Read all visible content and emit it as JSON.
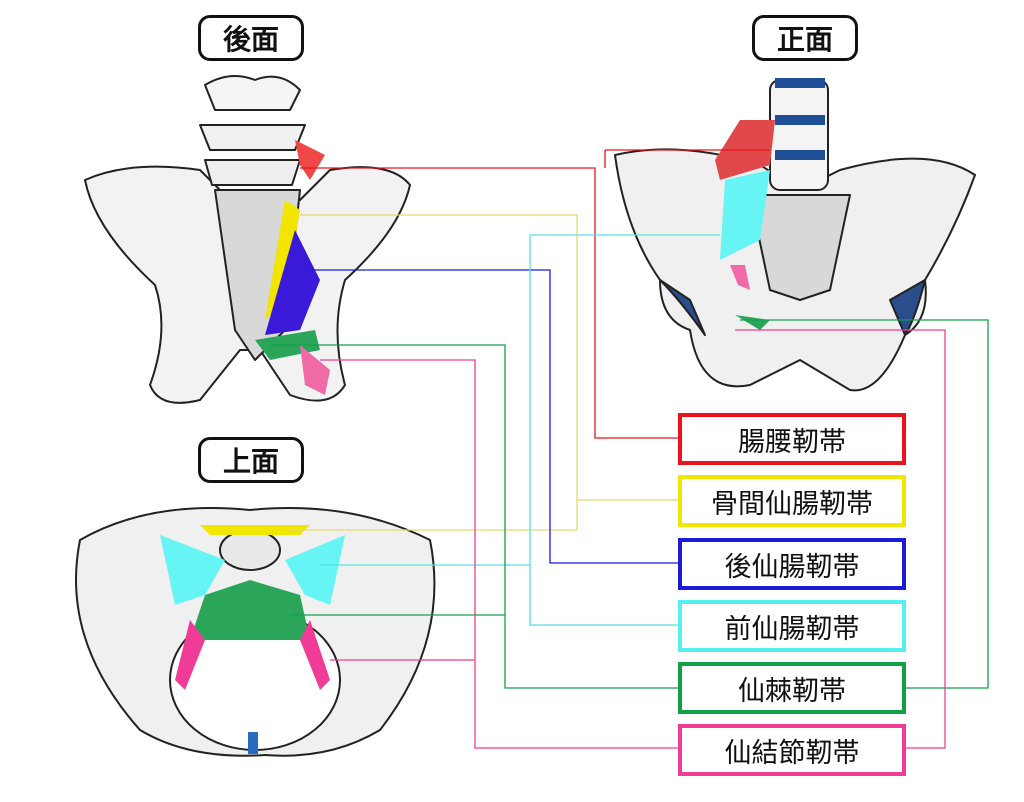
{
  "views": {
    "posterior": "後面",
    "anterior": "正面",
    "superior": "上面"
  },
  "ligaments": [
    {
      "label": "腸腰靭帯",
      "color": "#e8141c"
    },
    {
      "label": "骨間仙腸靭帯",
      "color": "#f2e600"
    },
    {
      "label": "後仙腸靭帯",
      "color": "#1a1ad8"
    },
    {
      "label": "前仙腸靭帯",
      "color": "#55f0f0"
    },
    {
      "label": "仙棘靭帯",
      "color": "#14a04a"
    },
    {
      "label": "仙結節靭帯",
      "color": "#f03c96"
    }
  ]
}
